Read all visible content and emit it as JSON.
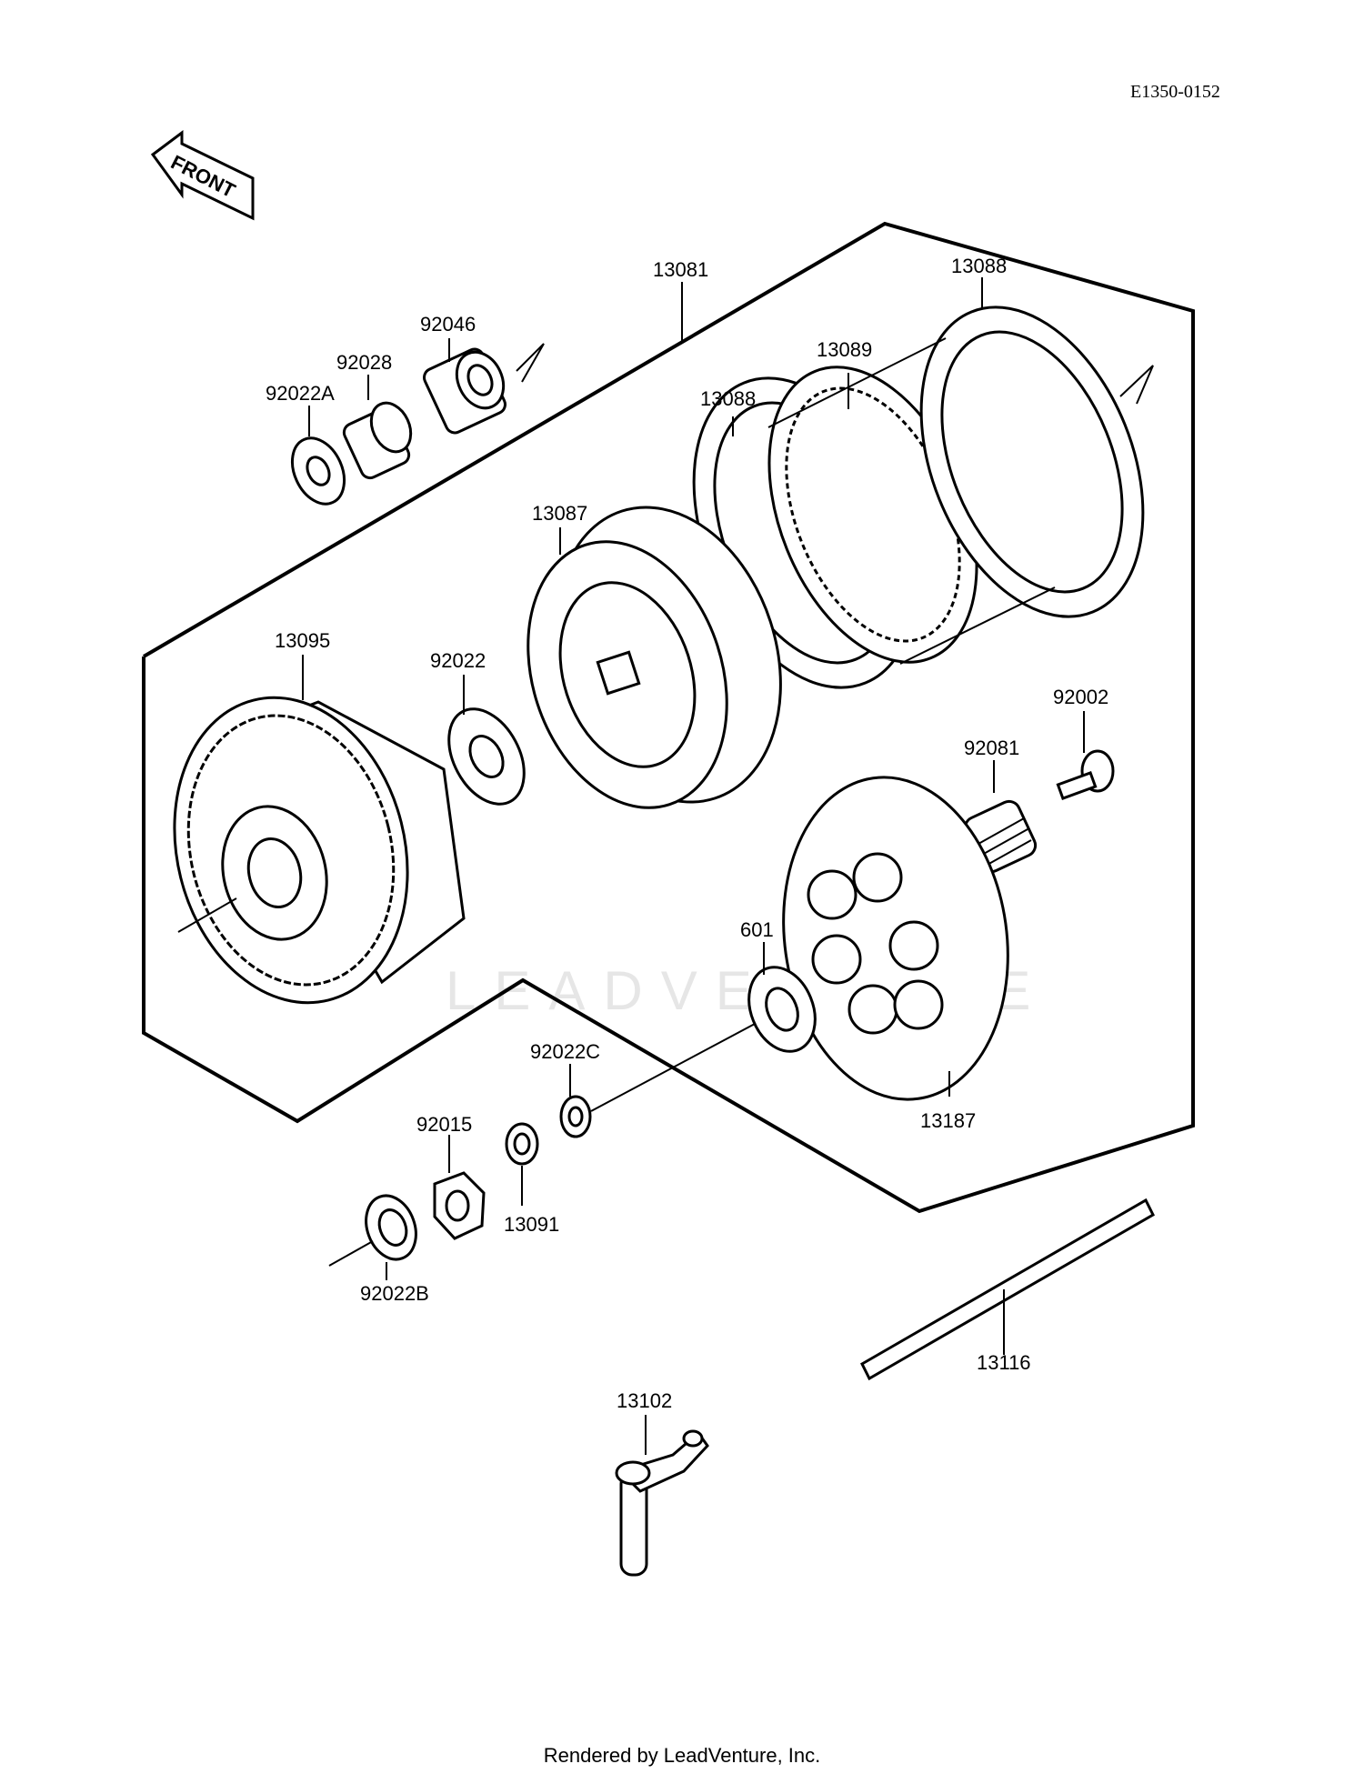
{
  "diagram_code": "E1350-0152",
  "front_marker": "FRONT",
  "watermark": "LEADVENTURE",
  "footer": "Rendered by LeadVenture, Inc.",
  "parts": {
    "p13081": "13081",
    "p13088a": "13088",
    "p13088b": "13088",
    "p13089": "13089",
    "p92046": "92046",
    "p92028": "92028",
    "p92022A": "92022A",
    "p13087": "13087",
    "p13095": "13095",
    "p92022": "92022",
    "p92002": "92002",
    "p92081": "92081",
    "p601": "601",
    "p92022C": "92022C",
    "p13187": "13187",
    "p92015": "92015",
    "p13091": "13091",
    "p92022B": "92022B",
    "p13116": "13116",
    "p13102": "13102"
  }
}
